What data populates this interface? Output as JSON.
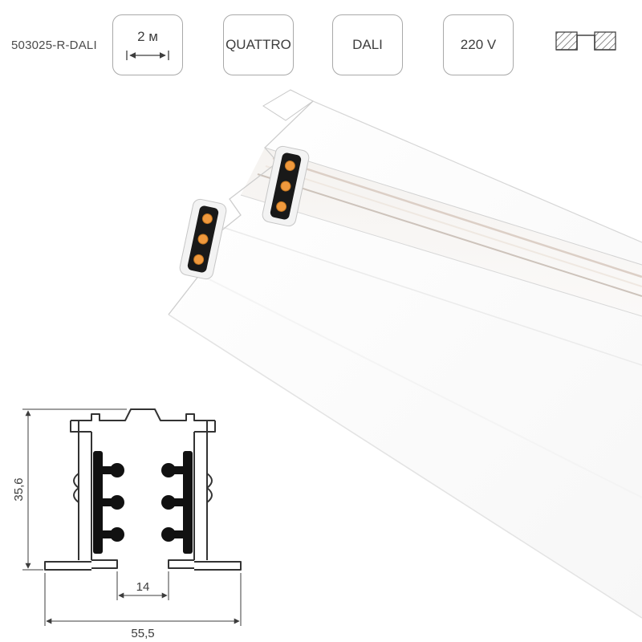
{
  "product": {
    "code": "503025-R-DALI"
  },
  "badges": {
    "length": {
      "label": "2 м",
      "icon": "length-dimension-arrow"
    },
    "series": {
      "label": "QUATTRO"
    },
    "protocol": {
      "label": "DALI"
    },
    "voltage": {
      "label": "220 V"
    },
    "mount": {
      "icon": "recessed-mount-icon"
    }
  },
  "drawing": {
    "height_label": "35,6",
    "inner_width_label": "14",
    "overall_width_label": "55,5"
  },
  "render": {
    "alt": "White recessed track profile, cut end showing black contact holders with orange DALI contacts"
  },
  "colors": {
    "accent_orange": "#f0993d",
    "drawing_line": "#333333",
    "text_gray": "#3d3d3d",
    "badge_border": "#a9a9a9"
  }
}
